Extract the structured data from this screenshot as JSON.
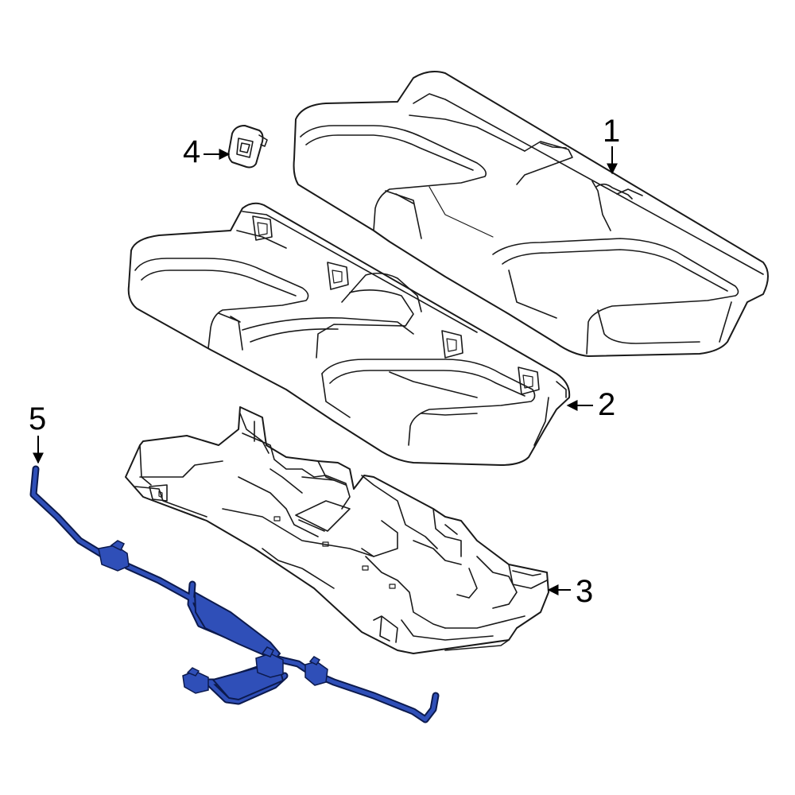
{
  "callouts": {
    "c1": "1",
    "c2": "2",
    "c3": "3",
    "c4": "4",
    "c5": "5"
  },
  "colors": {
    "harness_fill": "#2f4fb8",
    "harness_outline": "#0c1a4d",
    "line": "#1a1a1a"
  }
}
